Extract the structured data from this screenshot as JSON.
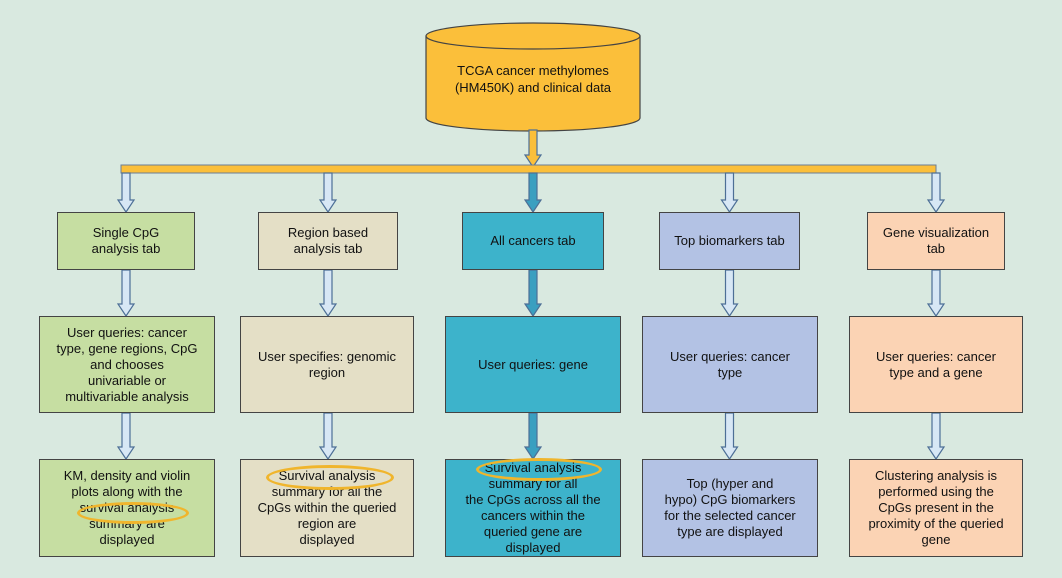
{
  "source": {
    "label": "TCGA cancer methylomes\n(HM450K) and clinical data",
    "fill": "#fbbf3a"
  },
  "columns": [
    {
      "key": "single",
      "fill": "#c6dea2",
      "arrow": "#d7e7f5",
      "tab": "Single CpG\nanalysis tab",
      "query": "User queries: cancer\ntype, gene regions, CpG\nand chooses\nunivariable or\nmultivariable analysis",
      "result": "KM, density and violin\nplots along with the\nsurvival analysis\nsummary are\ndisplayed"
    },
    {
      "key": "region",
      "fill": "#e4dfc6",
      "arrow": "#d7e7f5",
      "tab": "Region based\nanalysis tab",
      "query": "User specifies: genomic\nregion",
      "result": "Survival analysis\nsummary for all the\nCpGs within the queried\nregion are\ndisplayed"
    },
    {
      "key": "all",
      "fill": "#3db3cb",
      "arrow": "#3a9fc0",
      "tab": "All cancers tab",
      "query": "User queries: gene",
      "result": "Survival analysis\nsummary for all\nthe CpGs across all the\ncancers within the\nqueried gene are\ndisplayed"
    },
    {
      "key": "top",
      "fill": "#b3c2e4",
      "arrow": "#d7e7f5",
      "tab": "Top biomarkers tab",
      "query": "User queries: cancer\ntype",
      "result": "Top (hyper and\nhypo) CpG biomarkers\nfor the selected cancer\ntype are displayed"
    },
    {
      "key": "gene",
      "fill": "#fbd3b4",
      "arrow": "#d7e7f5",
      "tab": "Gene visualization\ntab",
      "query": "User queries: cancer\ntype and a gene",
      "result": "Clustering analysis is\nperformed using the\nCpGs present in the\nproximity of the queried\ngene"
    }
  ],
  "colors": {
    "background": "#d9e9e0",
    "bus": "#fbbf3a",
    "highlight_ring": "#f0b52c"
  }
}
